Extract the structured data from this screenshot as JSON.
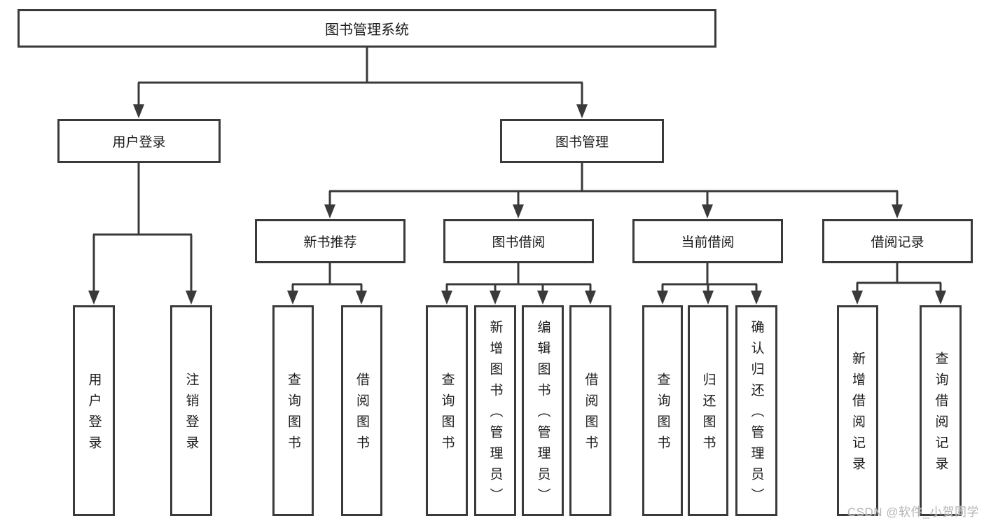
{
  "diagram": {
    "root": {
      "label": "图书管理系统"
    },
    "user_login": {
      "label": "用户登录",
      "children": [
        {
          "label": "用户登录"
        },
        {
          "label": "注销登录"
        }
      ]
    },
    "book_management": {
      "label": "图书管理",
      "branches": [
        {
          "label": "新书推荐",
          "children": [
            {
              "label": "查询图书"
            },
            {
              "label": "借阅图书"
            }
          ]
        },
        {
          "label": "图书借阅",
          "children": [
            {
              "label": "查询图书"
            },
            {
              "label": "新增图书（管理员）"
            },
            {
              "label": "编辑图书（管理员）"
            },
            {
              "label": "借阅图书"
            }
          ]
        },
        {
          "label": "当前借阅",
          "children": [
            {
              "label": "查询图书"
            },
            {
              "label": "归还图书"
            },
            {
              "label": "确认归还（管理员）"
            }
          ]
        },
        {
          "label": "借阅记录",
          "children": [
            {
              "label": "新增借阅记录"
            },
            {
              "label": "查询借阅记录"
            }
          ]
        }
      ]
    }
  },
  "watermark": {
    "text": "CSDN @软件_小贺同学"
  },
  "colors": {
    "line": "#3a3a3a",
    "box_border": "#3a3a3a",
    "text": "#1c1c1c",
    "watermark": "#b5b5b5",
    "background": "#ffffff"
  }
}
